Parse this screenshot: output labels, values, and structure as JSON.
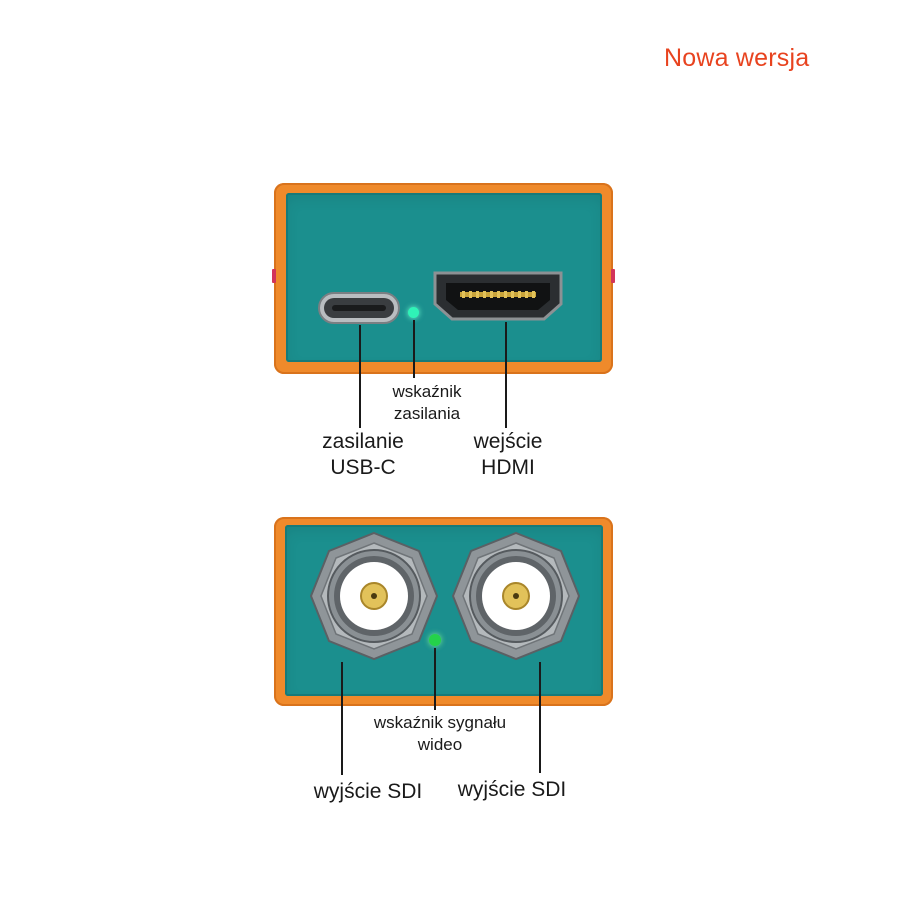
{
  "badge": {
    "text": "Nowa wersja"
  },
  "labels": {
    "usb_power": {
      "line1": "zasilanie",
      "line2": "USB-C"
    },
    "power_indicator": {
      "line1": "wskaźnik",
      "line2": "zasilania"
    },
    "hdmi_input": {
      "line1": "wejście",
      "line2": "HDMI"
    },
    "signal_indicator": {
      "line1": "wskaźnik sygnału",
      "line2": "wideo"
    },
    "sdi_output_1": {
      "text": "wyjście SDI"
    },
    "sdi_output_2": {
      "text": "wyjście SDI"
    }
  },
  "colors": {
    "badge": "#e8431f",
    "housing": "#ef8a2b",
    "panel": "#1b8f8e",
    "power_led": "#2ff3b7",
    "signal_led": "#24d24a"
  },
  "icons": [
    "usb-c-port-icon",
    "hdmi-port-icon",
    "bnc-connector-icon",
    "led-icon"
  ]
}
